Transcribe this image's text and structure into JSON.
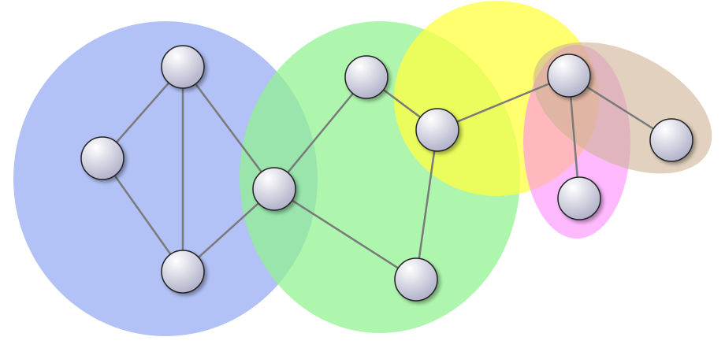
{
  "diagram": {
    "type": "graph-with-overlapping-communities",
    "nodes": [
      "n1",
      "n2",
      "n3",
      "n4",
      "n5",
      "n6",
      "n7",
      "n8",
      "n9",
      "n10"
    ],
    "edges": [
      [
        "n1",
        "n2"
      ],
      [
        "n1",
        "n3"
      ],
      [
        "n1",
        "n4"
      ],
      [
        "n2",
        "n3"
      ],
      [
        "n3",
        "n4"
      ],
      [
        "n4",
        "n5"
      ],
      [
        "n4",
        "n7"
      ],
      [
        "n5",
        "n6"
      ],
      [
        "n6",
        "n7"
      ],
      [
        "n6",
        "n8"
      ],
      [
        "n8",
        "n9"
      ],
      [
        "n8",
        "n10"
      ]
    ],
    "communities": [
      {
        "id": "blue",
        "color": "#8ea3f2",
        "members": [
          "n1",
          "n2",
          "n3",
          "n4"
        ]
      },
      {
        "id": "green",
        "color": "#8ff28f",
        "members": [
          "n4",
          "n5",
          "n6",
          "n7"
        ]
      },
      {
        "id": "yellow",
        "color": "#ffff40",
        "members": [
          "n6",
          "n8"
        ]
      },
      {
        "id": "pink",
        "color": "#ff80ff",
        "members": [
          "n8",
          "n10"
        ]
      },
      {
        "id": "tan",
        "color": "#cdb393",
        "members": [
          "n8",
          "n9"
        ]
      }
    ],
    "colors": {
      "edge": "#7a7a7a",
      "node_light": "#ffffff",
      "node_dark": "#a9a9c4",
      "node_stroke": "#222222"
    }
  }
}
